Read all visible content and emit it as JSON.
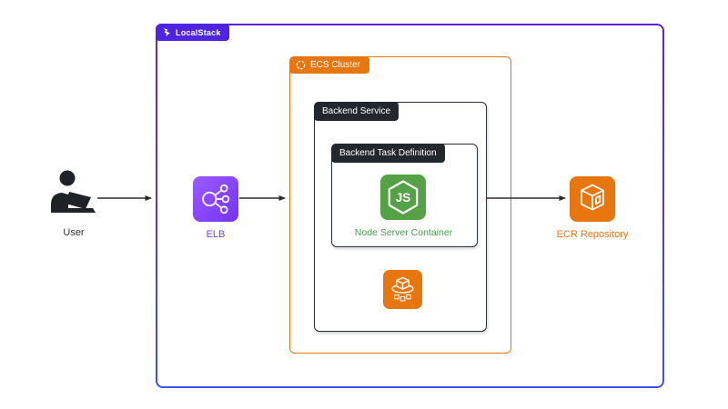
{
  "diagram": {
    "title_badge": "LocalStack",
    "groups": {
      "ecs_cluster": "ECS Cluster",
      "backend_service": "Backend Service",
      "backend_task_definition": "Backend Task Definition"
    },
    "nodes": {
      "user": "User",
      "elb": "ELB",
      "node_server_container": "Node Server Container",
      "ecr_repository": "ECR Repository"
    },
    "icons": {
      "localstack": "localstack-logo-icon",
      "ecs_cluster": "ecs-cluster-icon",
      "nodejs": "nodejs-hexagon-icon",
      "ecs_service": "ecs-service-icon",
      "elb": "elastic-load-balancer-icon",
      "ecr": "ecr-repository-icon",
      "user": "person-at-laptop-icon"
    },
    "colors": {
      "localstack_badge": "#4f24e0",
      "localstack_border_top": "#5e22dd",
      "localstack_border_bottom": "#3c53ee",
      "ecs_orange": "#e8760f",
      "dark_badge": "#23272e",
      "nodejs_green": "#54a245",
      "node_label_green": "#43a047",
      "elb_purple": "#8c4fff",
      "arrow_black": "#2b2b2b",
      "background": "#ffffff"
    }
  }
}
